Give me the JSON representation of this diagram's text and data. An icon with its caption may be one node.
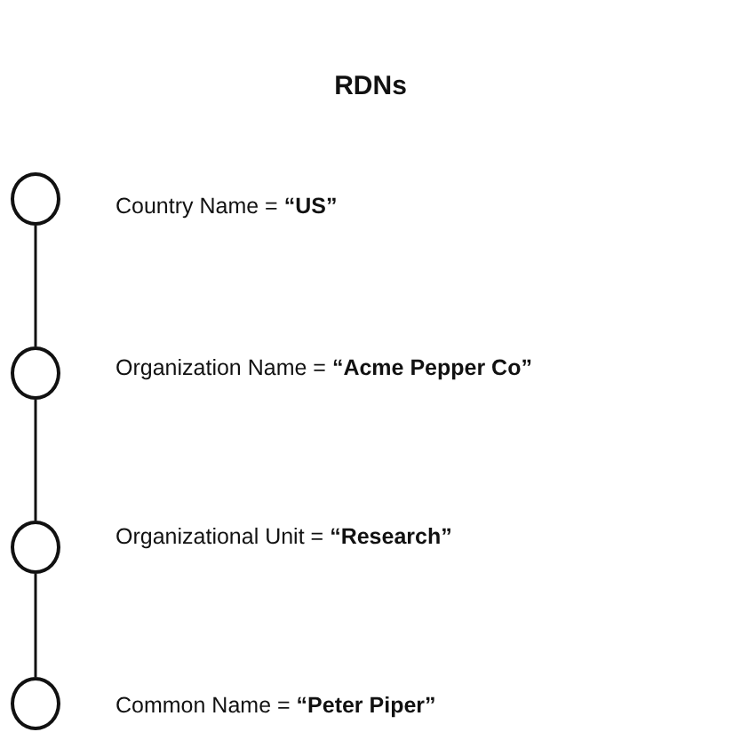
{
  "diagram": {
    "title": "RDNs",
    "nodes": [
      {
        "text": [],
        "shape": "circle",
        "beside": [
          "Country Name = **“US”**"
        ]
      },
      {
        "text": [],
        "shape": "circle",
        "beside": [
          "Organization Name = **“Acme Pepper Co”**"
        ]
      },
      {
        "text": [],
        "shape": "circle",
        "beside": [
          "Organizational Unit = **“Research”**"
        ]
      },
      {
        "text": [],
        "shape": "circle",
        "beside": [
          "Common Name = **“Peter Piper”**"
        ]
      }
    ],
    "edges": [
      {
        "from": 0,
        "to": 1,
        "arrow": "none"
      },
      {
        "from": 1,
        "to": 2,
        "arrow": "none"
      },
      {
        "from": 2,
        "to": 3,
        "arrow": "none"
      }
    ]
  }
}
